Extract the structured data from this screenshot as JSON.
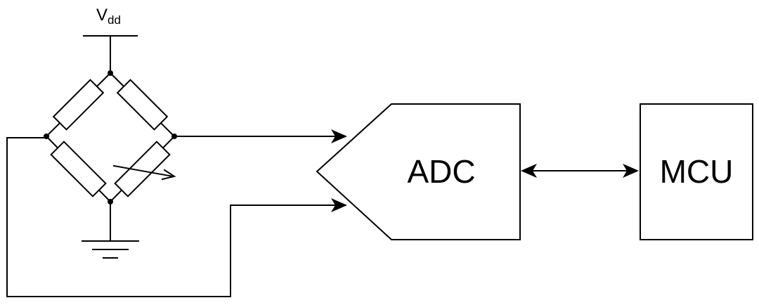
{
  "supply": {
    "label": "V",
    "subscript": "dd"
  },
  "adc": {
    "label": "ADC"
  },
  "mcu": {
    "label": "MCU"
  }
}
